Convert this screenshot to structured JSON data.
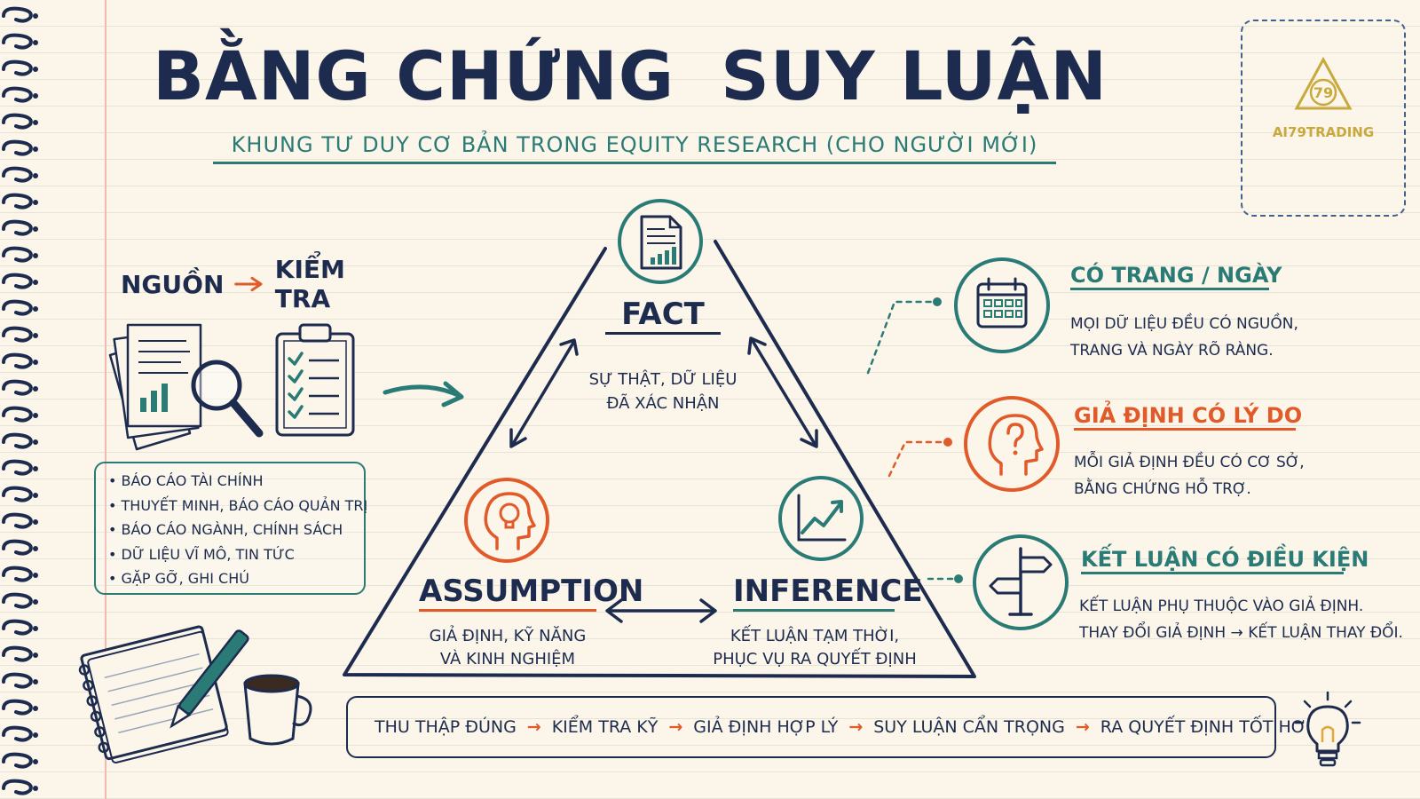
{
  "title": {
    "left": "BẰNG CHỨNG",
    "right": "SUY LUẬN",
    "subtitle": "KHUNG TƯ DUY CƠ BẢN TRONG EQUITY RESEARCH (CHO NGƯỜI MỚI)"
  },
  "logo": {
    "text": "AI79TRADING",
    "mark": "79"
  },
  "sources": {
    "title_left": "NGUỒN",
    "title_right": "KIỂM TRA",
    "items": [
      "BÁO CÁO TÀI CHÍNH",
      "THUYẾT MINH, BÁO CÁO QUẢN TRỊ",
      "BÁO CÁO NGÀNH, CHÍNH SÁCH",
      "DỮ LIỆU VĨ MÔ, TIN TỨC",
      "GẶP GỠ, GHI CHÚ"
    ]
  },
  "triangle": {
    "fact": {
      "title": "FACT",
      "desc1": "SỰ THẬT, DỮ LIỆU",
      "desc2": "ĐÃ XÁC NHẬN"
    },
    "assumption": {
      "title": "ASSUMPTION",
      "desc1": "GIẢ ĐỊNH, KỸ NĂNG",
      "desc2": "VÀ KINH NGHIỆM"
    },
    "inference": {
      "title": "INFERENCE",
      "desc1": "KẾT LUẬN TẠM THỜI,",
      "desc2": "PHỤC VỤ RA QUYẾT ĐỊNH"
    }
  },
  "principles": [
    {
      "title": "CÓ TRANG / NGÀY",
      "desc1": "MỌI DỮ LIỆU ĐỀU CÓ NGUỒN,",
      "desc2": "TRANG VÀ NGÀY RÕ RÀNG.",
      "color": "#2a7a76"
    },
    {
      "title": "GIẢ ĐỊNH CÓ LÝ DO",
      "desc1": "MỖI GIẢ ĐỊNH ĐỀU CÓ CƠ SỞ,",
      "desc2": "BẰNG CHỨNG HỖ TRỢ.",
      "color": "#e05a2a"
    },
    {
      "title": "KẾT LUẬN CÓ ĐIỀU KIỆN",
      "desc1": "KẾT LUẬN PHỤ THUỘC VÀO GIẢ ĐỊNH.",
      "desc2": "THAY ĐỔI GIẢ ĐỊNH → KẾT LUẬN THAY ĐỔI.",
      "color": "#2a7a76"
    }
  ],
  "bottom": {
    "steps": [
      "THU THẬP ĐÚNG",
      "KIỂM TRA KỸ",
      "GIẢ ĐỊNH HỢP LÝ",
      "SUY LUẬN CẨN TRỌNG",
      "RA QUYẾT ĐỊNH TỐT HƠN"
    ],
    "arrow": "→"
  },
  "colors": {
    "navy": "#1d2b4f",
    "teal": "#2a7a76",
    "orange": "#e05a2a",
    "gold": "#c9a83d",
    "paper": "#fbf6e9"
  }
}
